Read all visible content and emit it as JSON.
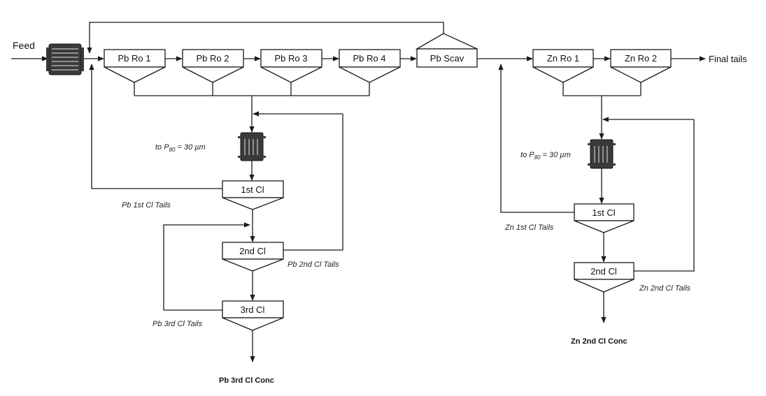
{
  "feed_label": "Feed",
  "final_tails_label": "Final tails",
  "units": {
    "pb_ro1": "Pb Ro 1",
    "pb_ro2": "Pb Ro 2",
    "pb_ro3": "Pb Ro 3",
    "pb_ro4": "Pb Ro 4",
    "pb_scav": "Pb Scav",
    "zn_ro1": "Zn Ro 1",
    "zn_ro2": "Zn Ro 2",
    "pb_cl1": "1st Cl",
    "pb_cl2": "2nd Cl",
    "pb_cl3": "3rd Cl",
    "zn_cl1": "1st Cl",
    "zn_cl2": "2nd Cl"
  },
  "regrind": {
    "pb_prefix": "to P",
    "pb_sub": "80",
    "pb_suffix": " = 30 µm",
    "zn_prefix": "to P",
    "zn_sub": "80",
    "zn_suffix": " = 30 µm"
  },
  "stream_labels": {
    "pb_cl1_tails": "Pb 1st Cl Tails",
    "pb_cl2_tails": "Pb 2nd Cl Tails",
    "pb_cl3_tails": "Pb 3rd Cl Tails",
    "zn_cl1_tails": "Zn 1st Cl  Tails",
    "zn_cl2_tails": "Zn 2nd Cl Tails"
  },
  "products": {
    "pb_conc": "Pb 3rd Cl Conc",
    "zn_conc": "Zn 2nd Cl Conc"
  },
  "icons": [
    "ball-mill-icon",
    "regrind-mill-icon"
  ]
}
